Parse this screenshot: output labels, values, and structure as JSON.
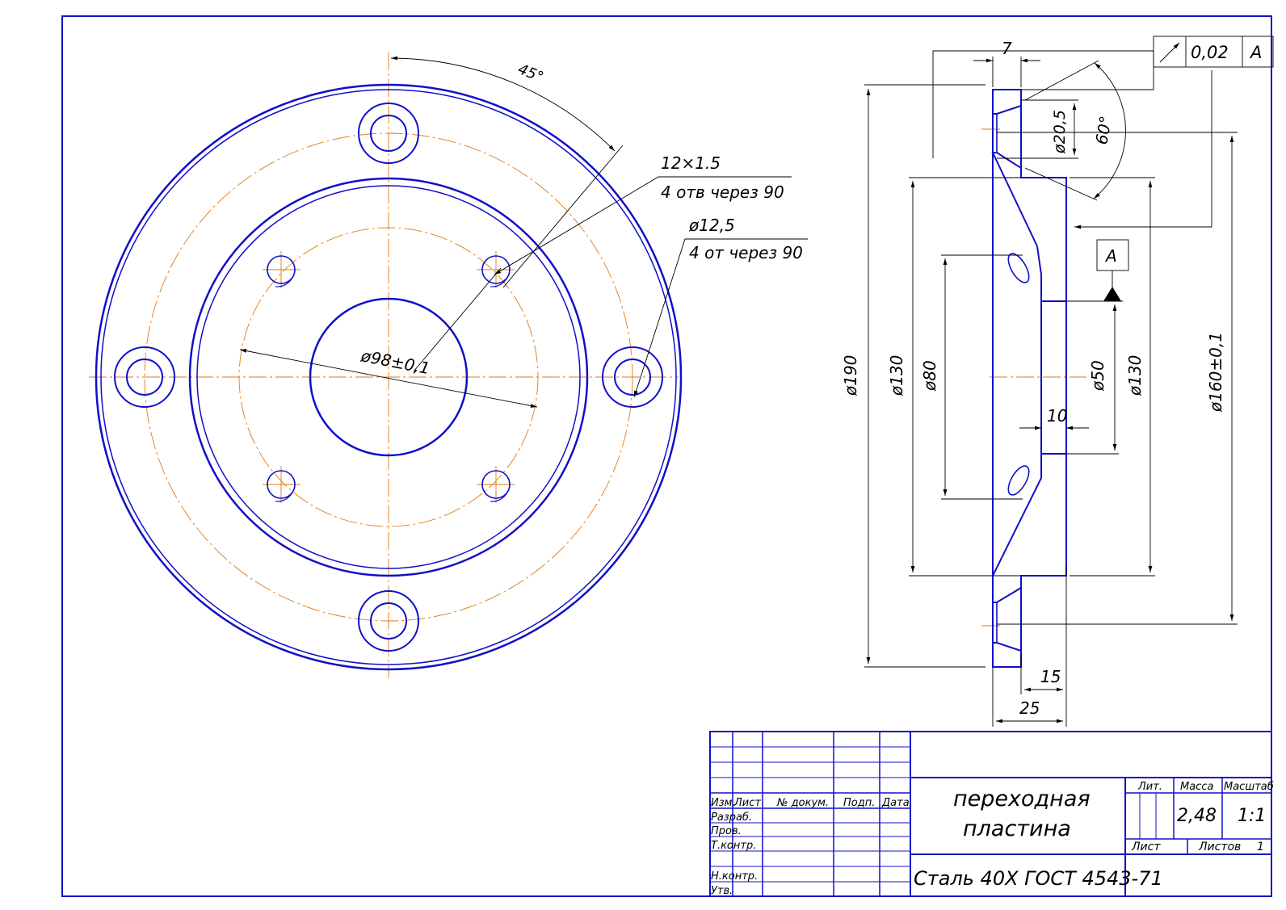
{
  "colors": {
    "contour": "#1010c8",
    "axis": "#e07a10",
    "text": "#000000"
  },
  "front_view": {
    "angle_dim": "45°",
    "holes_thread_callout": "12×1.5",
    "holes_thread_note": "4 отв через 90",
    "holes_dia_callout": "ø12,5",
    "holes_dia_note": "4 от через 90",
    "bolt_circle_dim": "ø98±0,1"
  },
  "section_view": {
    "dim_top_width": "7",
    "dim_chamfer_dia": "ø20,5",
    "dim_angle": "60°",
    "dim_190": "ø190",
    "dim_130_left": "ø130",
    "dim_80": "ø80",
    "dim_50": "ø50",
    "dim_10": "10",
    "dim_130_right": "ø130",
    "dim_160": "ø160±0,1",
    "dim_15": "15",
    "dim_25": "25",
    "datum_letter": "A",
    "tolerance_symbol": "runout-arrow-icon",
    "tolerance_value": "0,02",
    "tolerance_datum": "A"
  },
  "title_block": {
    "col_izm": "Изм.",
    "col_list": "Лист",
    "col_doc": "№ докум.",
    "col_podp": "Подп.",
    "col_data": "Дата",
    "row_razrab": "Разраб.",
    "row_prov": "Пров.",
    "row_tkontr": "Т.контр.",
    "row_nkontr": "Н.контр.",
    "row_utv": "Утв.",
    "name_line1": "переходная",
    "name_line2": "пластина",
    "material": "Сталь 40Х  ГОСТ 4543-71",
    "lit_label": "Лит.",
    "mass_label": "Масса",
    "scale_label": "Масштаб",
    "mass_value": "2,48",
    "scale_value": "1:1",
    "sheet_label": "Лист",
    "sheets_label": "Листов",
    "sheets_value": "1"
  }
}
